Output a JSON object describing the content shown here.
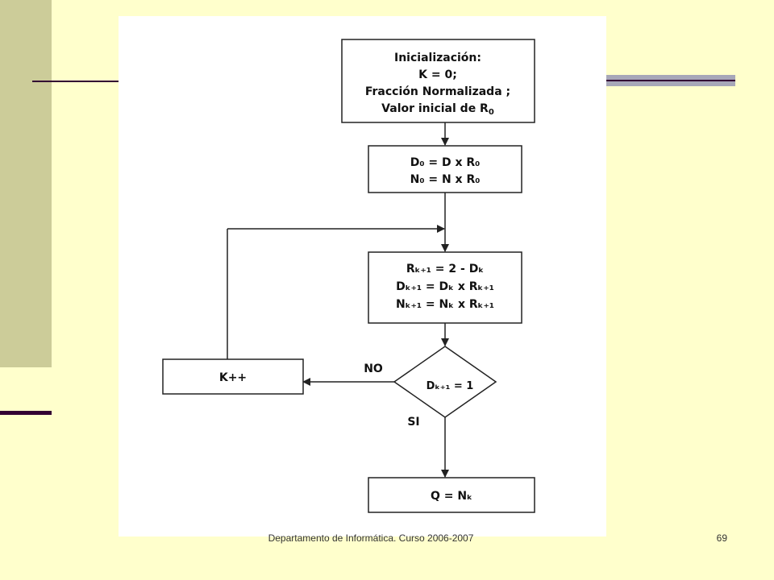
{
  "footer": {
    "text": "Departamento de Informática. Curso 2006-2007",
    "page_number": "69"
  },
  "flowchart": {
    "init_box": {
      "line1": "Inicialización:",
      "line2": "K = 0;",
      "line3": "Fracción Normalizada ;",
      "line4_main": "Valor inicial de R",
      "line4_sub": "0"
    },
    "step0_box": {
      "line1": "D₀ = D x R₀",
      "line2": "N₀ = N x R₀"
    },
    "iter_box": {
      "line1": "Rₖ₊₁ = 2 - Dₖ",
      "line2": "Dₖ₊₁ = Dₖ x Rₖ₊₁",
      "line3": "Nₖ₊₁ = Nₖ x Rₖ₊₁"
    },
    "decision": {
      "label": "Dₖ₊₁ = 1"
    },
    "increment_box": {
      "label": "K++"
    },
    "result_box": {
      "label": "Q = Nₖ"
    },
    "branch_no": "NO",
    "branch_si": "SI"
  },
  "colors": {
    "background": "#FFFFCC",
    "side_bar": "#CCCC99",
    "accent": "#330033",
    "rule_grey": "#A7A7B8"
  }
}
